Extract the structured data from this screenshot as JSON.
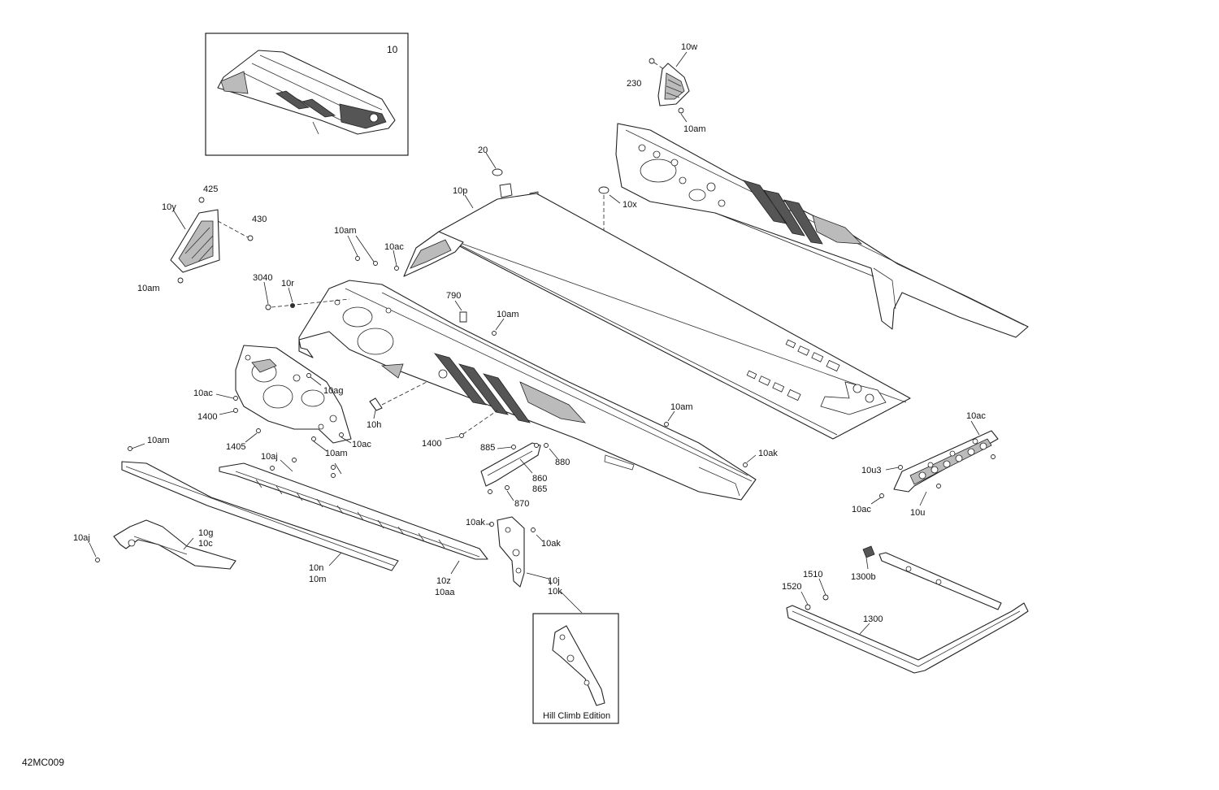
{
  "diagram_id": "42MC009",
  "inset_top": {
    "label": "10"
  },
  "inset_bottom": {
    "caption": "Hill Climb Edition"
  },
  "callouts": {
    "c10w": "10w",
    "c230": "230",
    "c10am_a": "10am",
    "c20": "20",
    "c10p": "10p",
    "c10x": "10x",
    "c425": "425",
    "c10y": "10y",
    "c430": "430",
    "c10am_b": "10am",
    "c10am_c": "10am",
    "c10ac_a": "10ac",
    "c3040": "3040",
    "c10r": "10r",
    "c790": "790",
    "c10am_d": "10am",
    "c10ac_b": "10ac",
    "c10ag": "10ag",
    "c1400_a": "1400",
    "c10h": "10h",
    "c1405": "1405",
    "c10am_e": "10am",
    "c10ac_c": "10ac",
    "c10am_f": "10am",
    "c10aj_a": "10aj",
    "c1400_b": "1400",
    "c10am_g": "10am",
    "c885": "885",
    "c880": "880",
    "c860": "860",
    "c865": "865",
    "c870": "870",
    "c10ak_a": "10ak",
    "c10ak_b": "10ak",
    "c10ak_c": "10ak",
    "c10ac_d": "10ac",
    "c10u3": "10u3",
    "c10ac_e": "10ac",
    "c10u": "10u",
    "c10aj_b": "10aj",
    "c10g": "10g",
    "c10c": "10c",
    "c10n": "10n",
    "c10m": "10m",
    "c10z": "10z",
    "c10aa": "10aa",
    "c10j": "10j",
    "c10k": "10k",
    "c1300b": "1300b",
    "c1510": "1510",
    "c1520": "1520",
    "c1300": "1300"
  }
}
